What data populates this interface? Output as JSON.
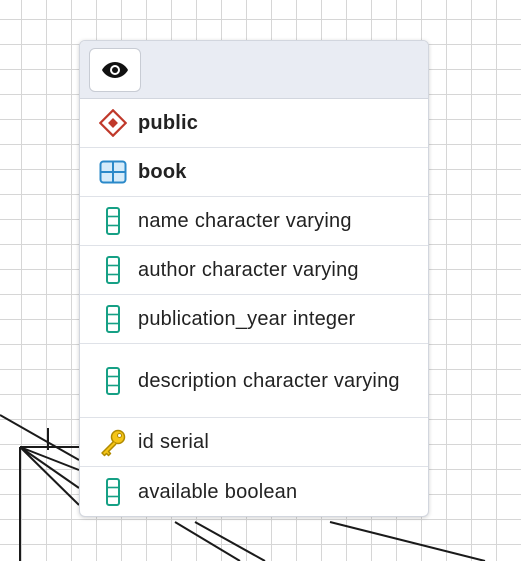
{
  "node": {
    "schema": {
      "name": "public",
      "icon": "schema-icon"
    },
    "table": {
      "name": "book",
      "icon": "table-icon"
    },
    "toggle": {
      "icon": "eye-icon"
    },
    "columns": [
      {
        "name": "name",
        "type": "character varying",
        "icon": "column-icon"
      },
      {
        "name": "author",
        "type": "character varying",
        "icon": "column-icon"
      },
      {
        "name": "publication_year",
        "type": "integer",
        "icon": "column-icon"
      },
      {
        "name": "description",
        "type": "character varying",
        "icon": "column-icon"
      },
      {
        "name": "id",
        "type": "serial",
        "icon": "primary-key-icon"
      },
      {
        "name": "available",
        "type": "boolean",
        "icon": "column-icon"
      }
    ]
  },
  "colors": {
    "schema_icon": "#c0392b",
    "table_icon": "#2a89c9",
    "column_icon": "#16a085",
    "key_icon": "#e0b000"
  }
}
